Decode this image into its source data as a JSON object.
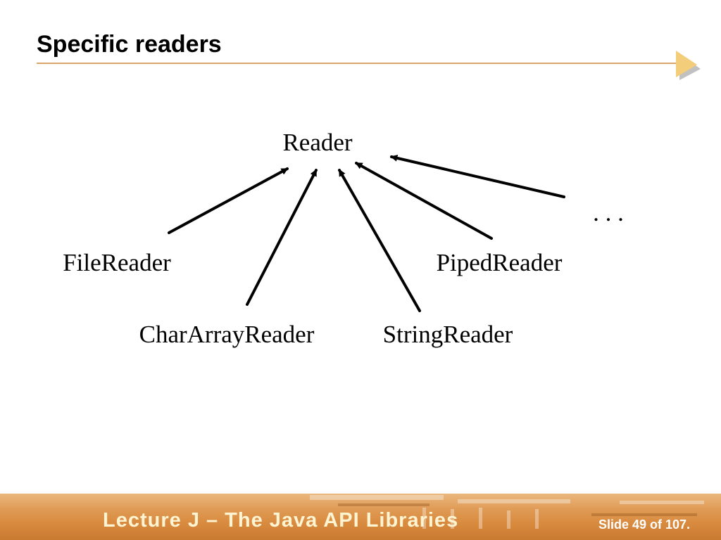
{
  "slide": {
    "title": "Specific readers",
    "footer_title": "Lecture J – The Java API Libraries",
    "slide_number": "Slide 49 of 107."
  },
  "diagram": {
    "root": "Reader",
    "children": [
      "FileReader",
      "CharArrayReader",
      "StringReader",
      "PipedReader",
      ". . ."
    ]
  },
  "colors": {
    "title_rule": "#d9a56b",
    "nav_arrow": "#f3cd7a",
    "footer": "#df9a54",
    "footer_text": "#fff4d2"
  },
  "icons": {
    "next": "play-arrow-icon"
  }
}
